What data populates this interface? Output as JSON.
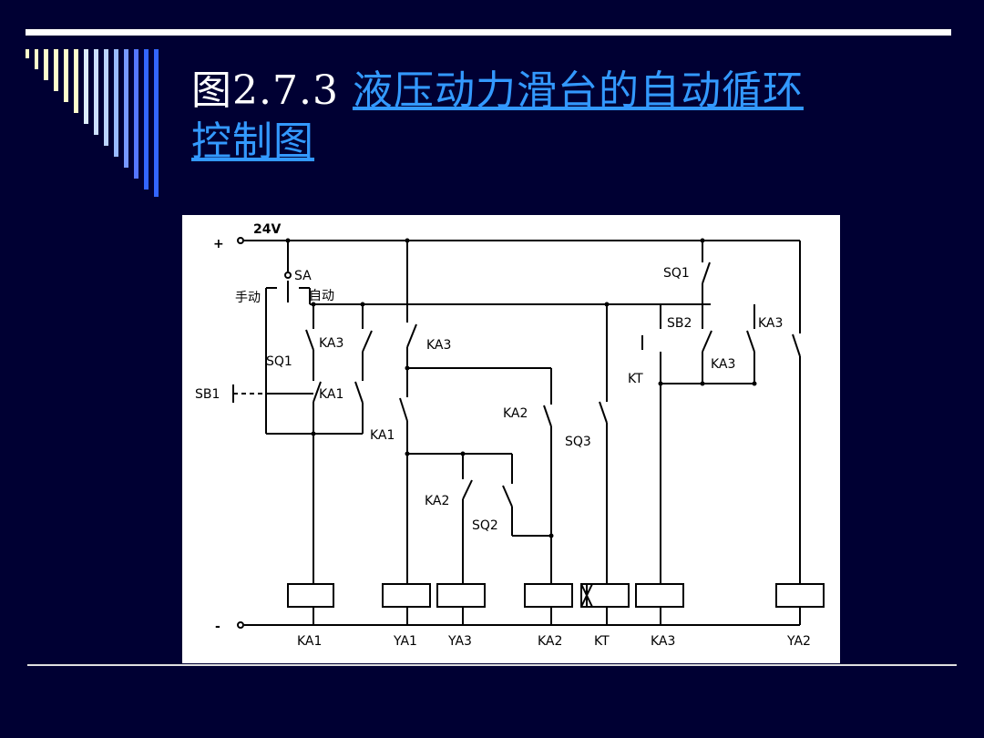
{
  "title": {
    "prefix": "图2.7.3 ",
    "link_line1": "液压动力滑台的自动循环",
    "link_line2": "控制图"
  },
  "colors": {
    "background": "#000033",
    "link": "#3399ff",
    "stripe_light": "#ffffcc",
    "stripe_blue": "#3366ff"
  },
  "diagram": {
    "supply_plus": "+",
    "supply_minus": "-",
    "voltage": "24V",
    "switch_sa": "SA",
    "manual": "手动",
    "auto": "自动",
    "sq1_left": "SQ1",
    "sq1_right": "SQ1",
    "sb1": "SB1",
    "sb2": "SB2",
    "ka1_contact": "KA1",
    "ka1_contact2": "KA1",
    "ka2_contact": "KA2",
    "ka2_contact2": "KA2",
    "ka3_contact_a": "KA3",
    "ka3_contact_b": "KA3",
    "ka3_contact_c": "KA3",
    "ka3_contact_d": "KA3",
    "kt_contact": "KT",
    "sq2": "SQ2",
    "sq3": "SQ3",
    "coils": [
      "KA1",
      "YA1",
      "YA3",
      "KA2",
      "KT",
      "KA3",
      "YA2"
    ]
  }
}
